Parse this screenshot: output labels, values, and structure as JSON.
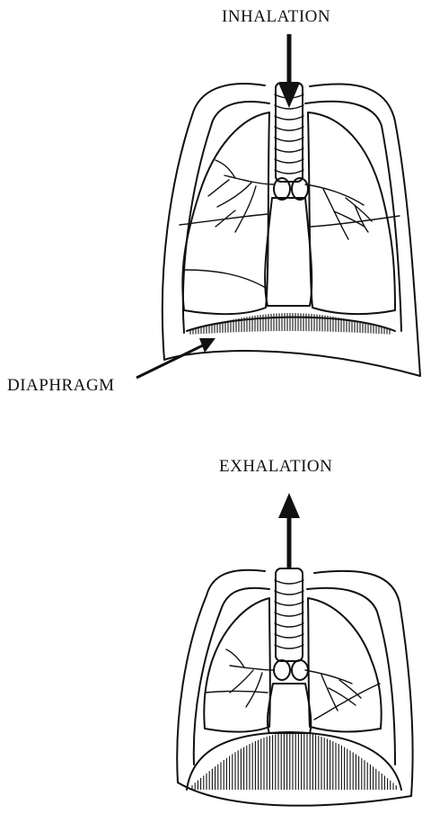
{
  "labels": {
    "inhalation": "INHALATION",
    "diaphragm": "DIAPHRAGM",
    "exhalation": "EXHALATION"
  }
}
